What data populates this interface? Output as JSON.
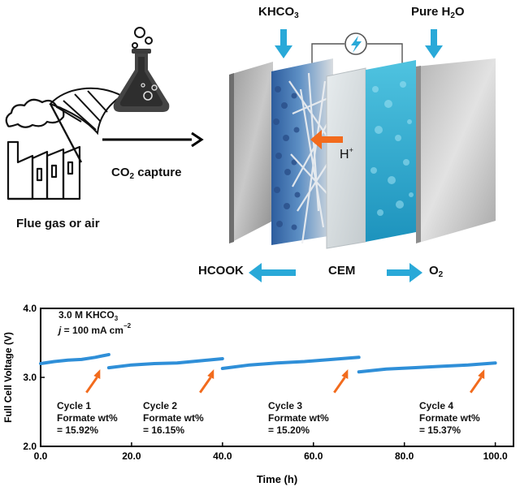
{
  "diagram": {
    "feed_left": {
      "main": "KHCO",
      "sub": "3"
    },
    "feed_right": {
      "main": "Pure H",
      "sub": "2",
      "tail": "O"
    },
    "capture": {
      "main": "CO",
      "sub": "2",
      "tail": " capture"
    },
    "source": "Flue gas or air",
    "proton": {
      "main": "H",
      "sup": "+"
    },
    "product_left": "HCOOK",
    "membrane": "CEM",
    "product_right": {
      "main": "O",
      "sub": "2"
    },
    "colors": {
      "arrow_blue": "#29a9d8",
      "proton_arrow": "#f26b1d",
      "electrolyte": "#2fb3d4"
    }
  },
  "chart_data": {
    "type": "line",
    "title": "",
    "xlabel": "Time (h)",
    "ylabel": "Full Cell Voltage (V)",
    "xlim": [
      0,
      104
    ],
    "ylim": [
      2.0,
      4.0
    ],
    "x_ticks": [
      "0.0",
      "20.0",
      "40.0",
      "60.0",
      "80.0",
      "100.0"
    ],
    "x_tick_values": [
      0,
      20,
      40,
      60,
      80,
      100
    ],
    "y_ticks": [
      "2.0",
      "3.0",
      "4.0"
    ],
    "y_tick_values": [
      2.0,
      3.0,
      4.0
    ],
    "conditions": {
      "line1_main": "3.0 M KHCO",
      "line1_sub": "3",
      "line2_var": "j",
      "line2_rest": " = 100 mA cm",
      "line2_sup": "−2"
    },
    "series": [
      {
        "values_x": [
          0,
          3,
          6,
          9,
          12,
          15
        ],
        "values_y": [
          3.2,
          3.23,
          3.25,
          3.26,
          3.29,
          3.33
        ]
      },
      {
        "values_x": [
          15,
          20,
          25,
          30,
          35,
          40
        ],
        "values_y": [
          3.14,
          3.18,
          3.2,
          3.21,
          3.24,
          3.27
        ]
      },
      {
        "values_x": [
          40,
          46,
          52,
          58,
          64,
          70
        ],
        "values_y": [
          3.13,
          3.18,
          3.21,
          3.23,
          3.26,
          3.29
        ]
      },
      {
        "values_x": [
          70,
          76,
          82,
          88,
          94,
          100
        ],
        "values_y": [
          3.08,
          3.12,
          3.14,
          3.16,
          3.18,
          3.21
        ]
      }
    ],
    "annotations": [
      {
        "cycle": "Cycle 1",
        "label": "Formate wt%",
        "value": "= 15.92%",
        "arrow_x": 11.5
      },
      {
        "cycle": "Cycle 2",
        "label": "Formate wt%",
        "value": "= 16.15%",
        "arrow_x": 36.5
      },
      {
        "cycle": "Cycle 3",
        "label": "Formate wt%",
        "value": "= 15.20%",
        "arrow_x": 66
      },
      {
        "cycle": "Cycle 4",
        "label": "Formate wt%",
        "value": "= 15.37%",
        "arrow_x": 96
      }
    ],
    "line_color": "#2f8fd8",
    "arrow_color": "#f26b1d"
  }
}
